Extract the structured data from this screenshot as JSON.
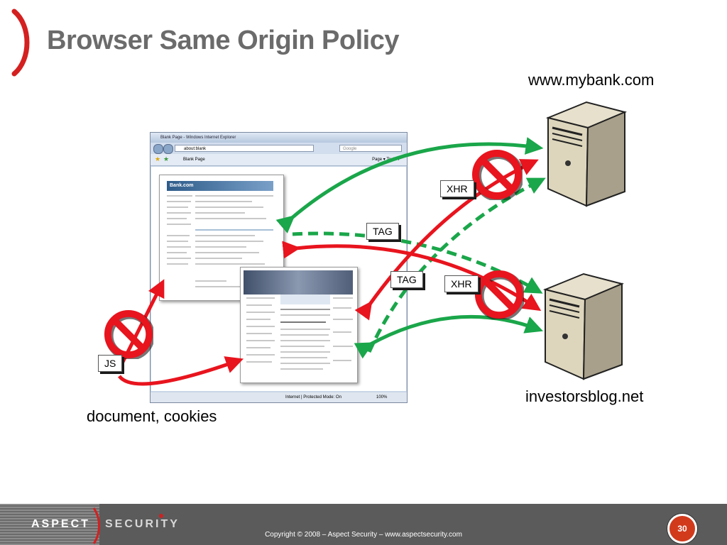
{
  "slide": {
    "title": "Browser Same Origin Policy",
    "page_number": "30"
  },
  "hosts": {
    "mybank": "www.mybank.com",
    "blog": "investorsblog.net",
    "document": "document, cookies"
  },
  "tags": {
    "xhr_top": "XHR",
    "tag_top": "TAG",
    "tag_mid": "TAG",
    "xhr_mid": "XHR",
    "js": "JS"
  },
  "browser": {
    "window_title": "Blank Page - Windows Internet Explorer",
    "address": "about:blank",
    "search_placeholder": "Google",
    "tab_label": "Blank Page",
    "tools": "Page ▾  Tools ▾",
    "status": "Internet | Protected Mode: On",
    "zoom": "100%",
    "site_header": "Bank.com"
  },
  "footer": {
    "brand_left": "ASPECT",
    "brand_right": "SECURITY",
    "copyright": "Copyright © 2008 – Aspect Security – www.aspectsecurity.com"
  },
  "colors": {
    "green_arrow": "#1aa64a",
    "red_arrow": "#e8141e",
    "title_grey": "#6b6b6b",
    "accent_red": "#d42020"
  }
}
